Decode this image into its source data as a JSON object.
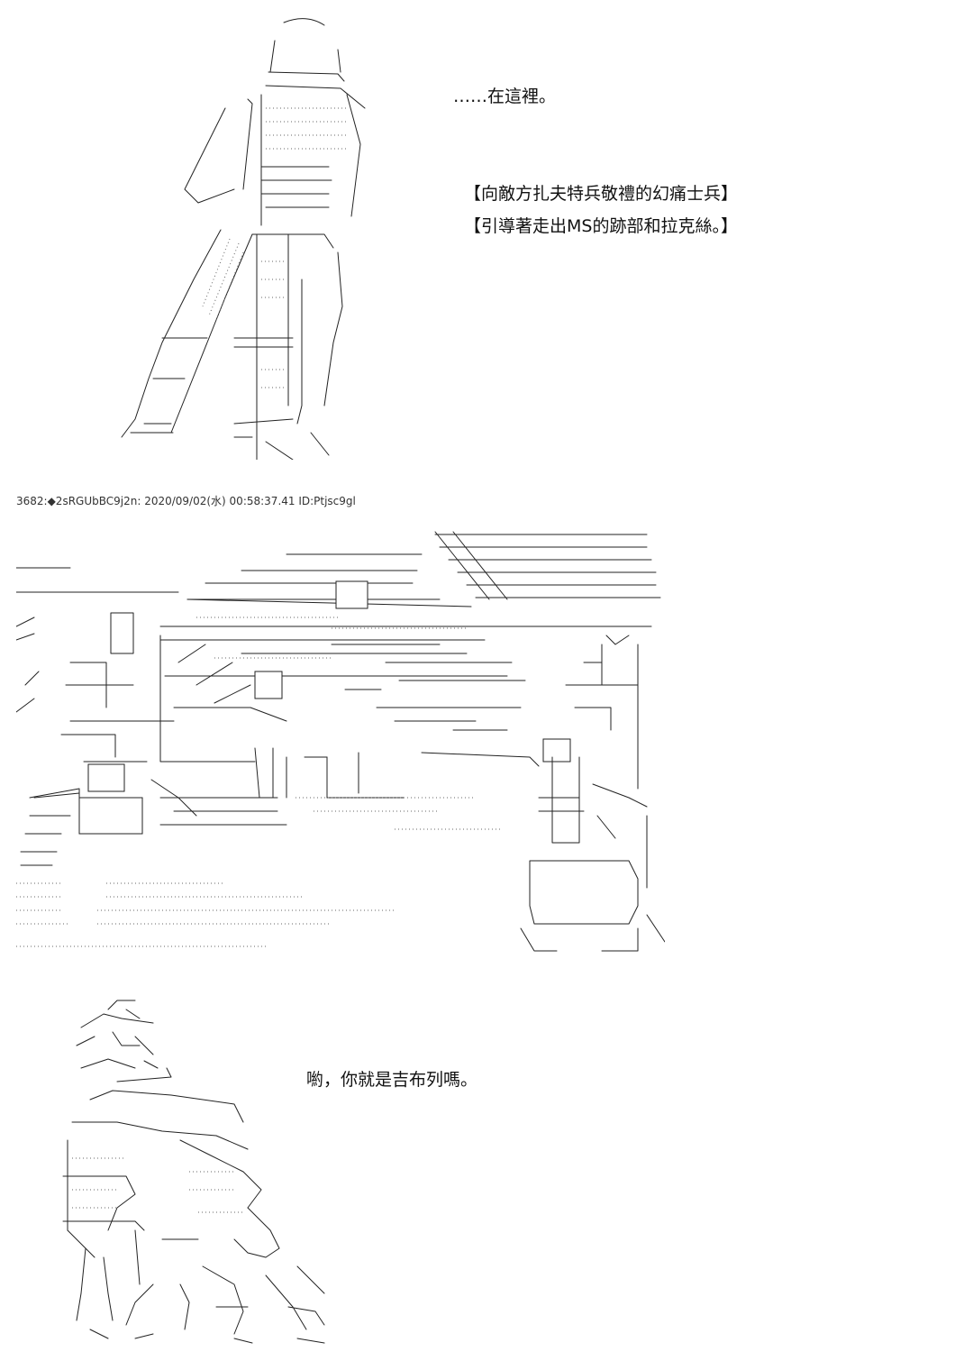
{
  "panel1": {
    "line1": "……在這裡。",
    "caption1": "【向敵方扎夫特兵敬禮的幻痛士兵】",
    "caption2": "【引導著走出MS的跡部和拉克絲。】"
  },
  "post_header": "3682:◆2sRGUbBC9j2n: 2020/09/02(水) 00:58:37.41 ID:Ptjsc9gl",
  "panel3": {
    "line1": "喲，你就是吉布列嗎。"
  }
}
